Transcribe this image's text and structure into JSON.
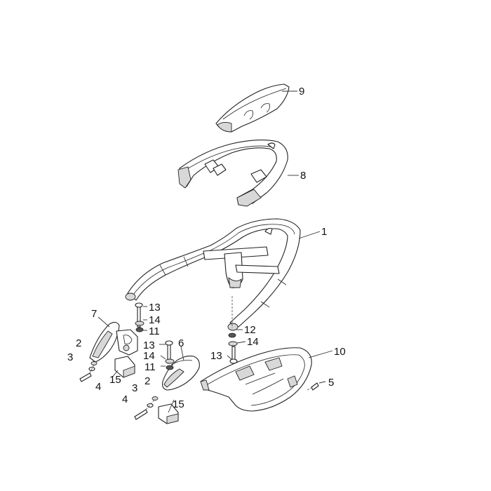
{
  "diagram": {
    "callouts": {
      "c1": "1",
      "c2a": "2",
      "c2b": "2",
      "c3a": "3",
      "c3b": "3",
      "c4a": "4",
      "c4b": "4",
      "c5": "5",
      "c6": "6",
      "c7": "7",
      "c8": "8",
      "c9": "9",
      "c10": "10",
      "c11a": "11",
      "c11b": "11",
      "c12": "12",
      "c13a": "13",
      "c13b": "13",
      "c13c": "13",
      "c14a": "14",
      "c14b": "14",
      "c14c": "14",
      "c15a": "15",
      "c15b": "15"
    }
  }
}
